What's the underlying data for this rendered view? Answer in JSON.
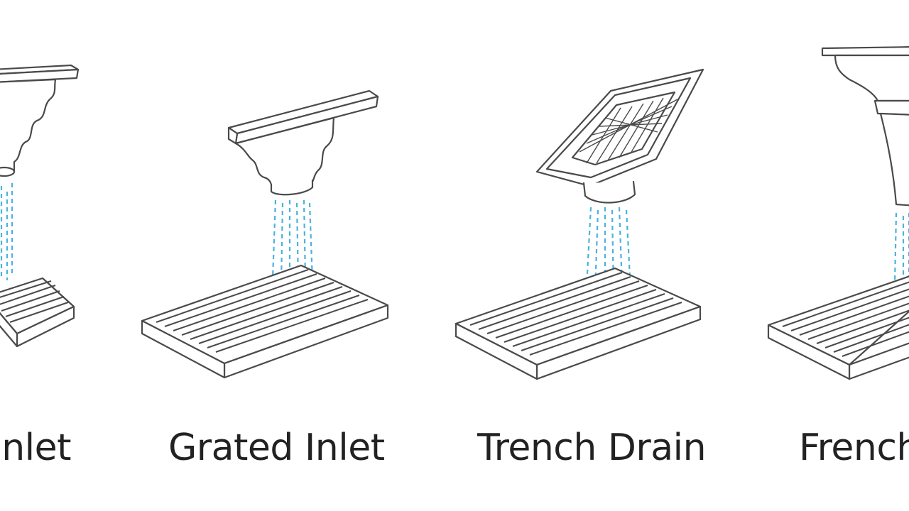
{
  "labels": {
    "item1": "nlet",
    "item2": "Grated Inlet",
    "item3": "Trench Drain",
    "item4": "French"
  },
  "colors": {
    "background": "#ffffff",
    "outline": "#4a4a4a",
    "water": "#4ab3de",
    "text": "#222222"
  }
}
